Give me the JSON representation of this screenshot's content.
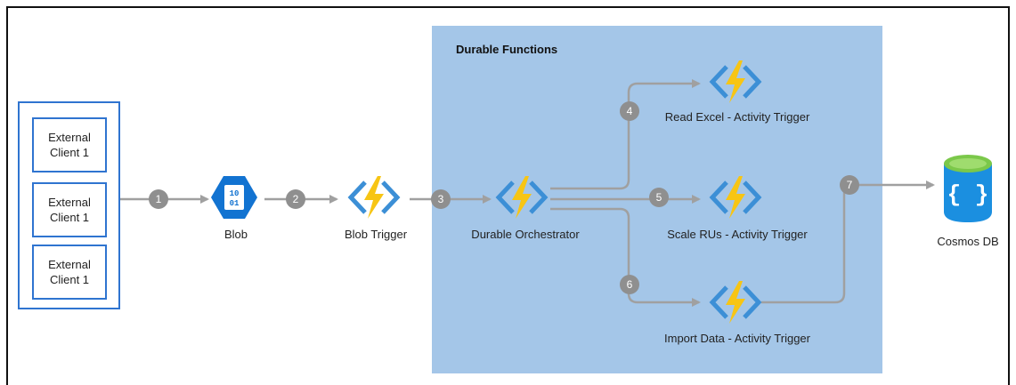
{
  "panel": {
    "title": "Durable Functions"
  },
  "clients": [
    {
      "label": "External\nClient 1"
    },
    {
      "label": "External\nClient 1"
    },
    {
      "label": "External\nClient 1"
    }
  ],
  "nodes": {
    "blob": {
      "label": "Blob",
      "icon": "blob-storage-icon",
      "icon_text": "10\n01"
    },
    "blob_trigger": {
      "label": "Blob Trigger",
      "icon": "azure-function-icon"
    },
    "orchestrator": {
      "label": "Durable Orchestrator",
      "icon": "azure-function-icon"
    },
    "read_excel": {
      "label": "Read Excel - Activity Trigger",
      "icon": "azure-function-icon"
    },
    "scale_rus": {
      "label": "Scale RUs - Activity Trigger",
      "icon": "azure-function-icon"
    },
    "import_data": {
      "label": "Import Data - Activity Trigger",
      "icon": "azure-function-icon"
    },
    "cosmos": {
      "label": "Cosmos DB",
      "icon": "cosmos-db-icon",
      "icon_text": "{ }"
    }
  },
  "steps": [
    "1",
    "2",
    "3",
    "4",
    "5",
    "6",
    "7"
  ],
  "colors": {
    "panel": "#a4c6e8",
    "client_border": "#2f74d0",
    "connector": "#a0a0a0",
    "step_badge": "#8f8f8f",
    "function_bolt": "#f7c514",
    "function_brackets": "#3c8fd6",
    "blob_hex": "#1273d1",
    "cosmos": "#1b8fe0"
  }
}
